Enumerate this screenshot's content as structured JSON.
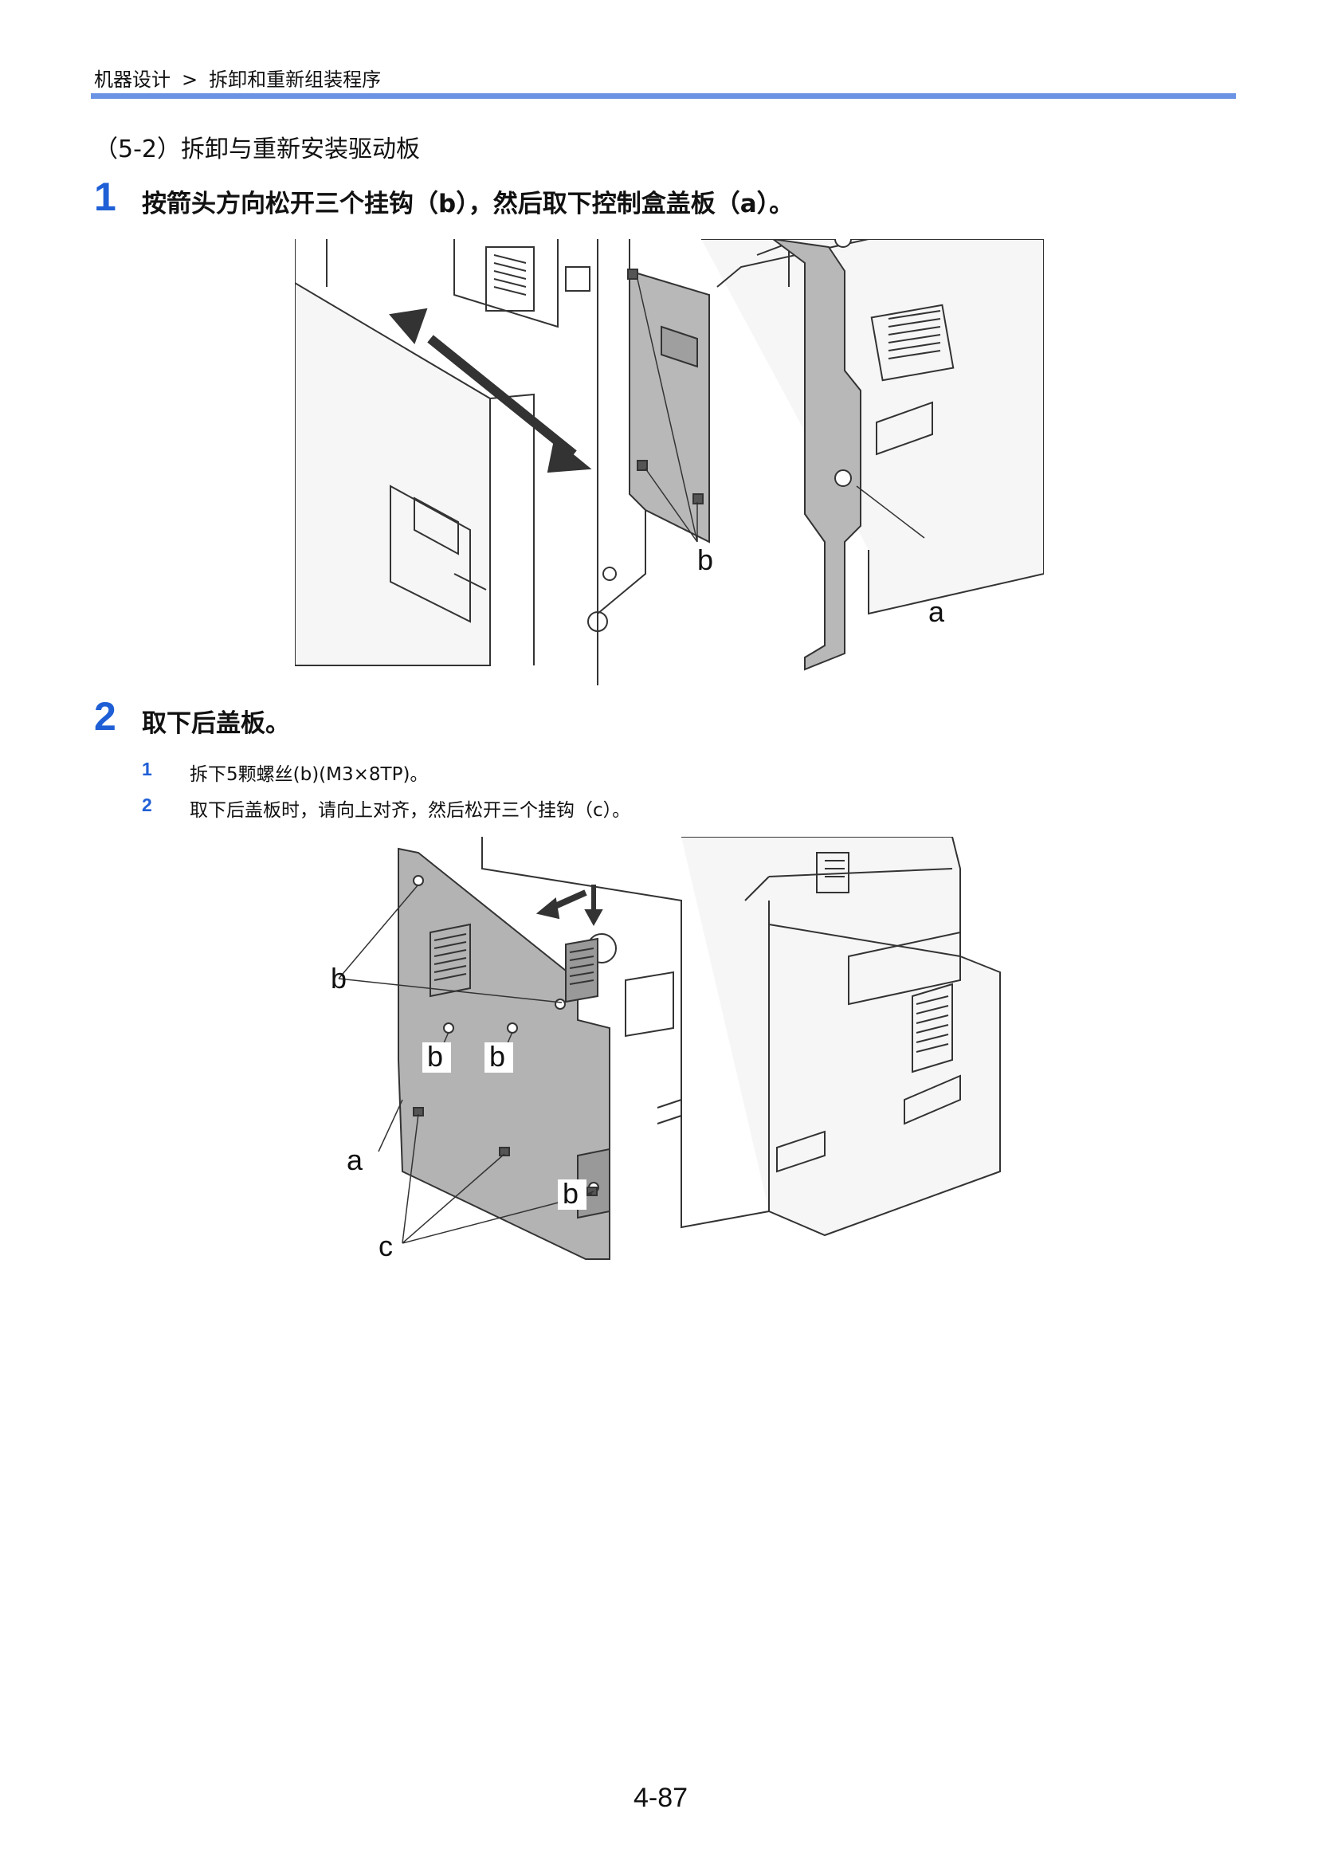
{
  "header": {
    "breadcrumb": {
      "chapter": "机器设计",
      "separator": ">",
      "section": "拆卸和重新组装程序"
    }
  },
  "section_title": "（5-2）拆卸与重新安装驱动板",
  "steps": [
    {
      "number": "1",
      "title": "按箭头方向松开三个挂钩（b），然后取下控制盒盖板（a）。",
      "figure": {
        "labels": {
          "hooks": "b",
          "cover": "a"
        }
      }
    },
    {
      "number": "2",
      "title": "取下后盖板。",
      "substeps": [
        {
          "number": "1",
          "text": "拆下5颗螺丝(b)(M3×8TP)。"
        },
        {
          "number": "2",
          "text": "取下后盖板时，请向上对齐，然后松开三个挂钩（c）。"
        }
      ],
      "figure": {
        "labels": {
          "screw": "b",
          "cover": "a",
          "hooks": "c"
        }
      }
    }
  ],
  "page_number": "4-87"
}
